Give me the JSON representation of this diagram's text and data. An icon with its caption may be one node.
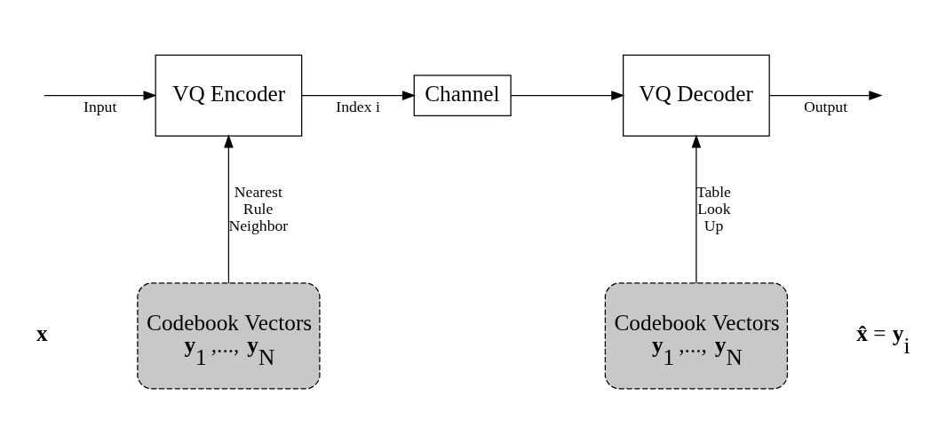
{
  "diagram": {
    "nodes": [
      {
        "text": [
          "VQ Encoder"
        ]
      },
      {
        "text": [
          "Channel"
        ]
      },
      {
        "text": [
          "VQ Decoder"
        ]
      },
      {
        "text": [
          "Codebook Vectors",
          "**y**$_{1}$ ,..., **y**$_{N}$"
        ]
      },
      {
        "text": [
          "Codebook Vectors",
          "**y**$_{1}$ ,..., **y**$_{N}$"
        ]
      }
    ],
    "edges": [
      {
        "from": null,
        "to": 0,
        "arrow": "to",
        "label": "Input"
      },
      {
        "from": 0,
        "to": 1,
        "arrow": "to",
        "label": "Index i"
      },
      {
        "from": 1,
        "to": 2,
        "arrow": "to"
      },
      {
        "from": 2,
        "to": null,
        "arrow": "to",
        "label": "Output"
      },
      {
        "from": 3,
        "to": 0,
        "arrow": "to",
        "label": "Nearest Rule Neighbor"
      },
      {
        "from": 4,
        "to": 2,
        "arrow": "to",
        "label": "Table Look Up"
      }
    ],
    "labels": [
      "**x**",
      "**x̂** = **y**$_{i}$"
    ]
  }
}
